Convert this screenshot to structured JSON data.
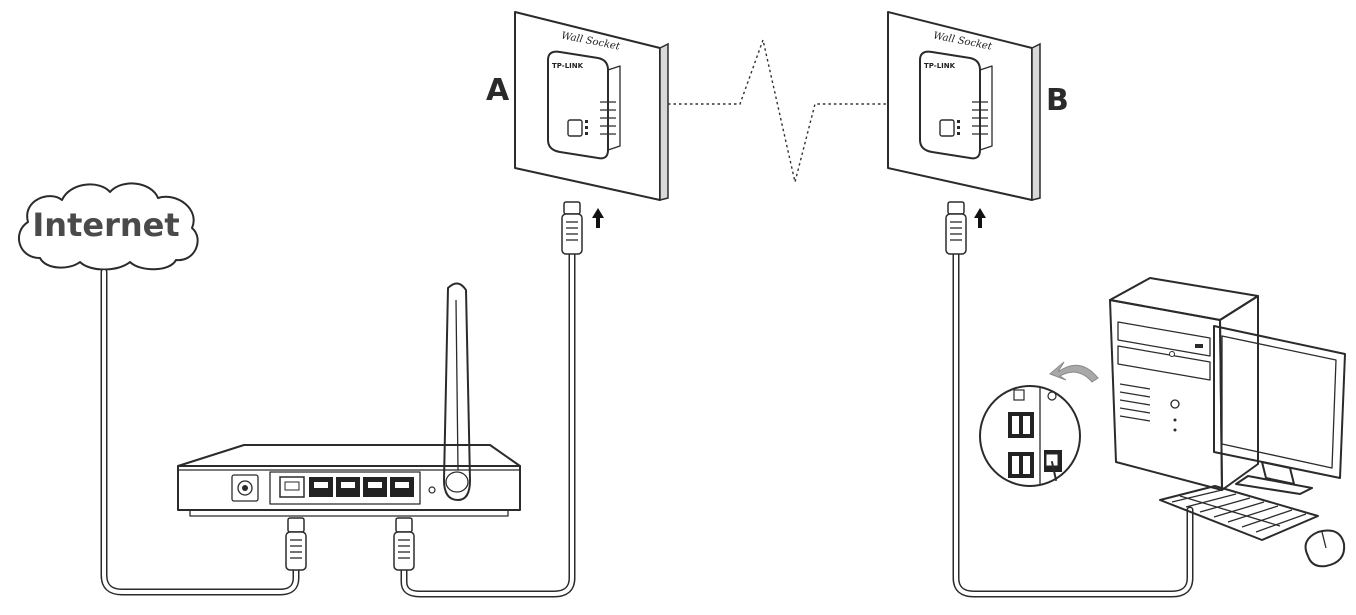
{
  "diagram": {
    "internet_label": "Internet",
    "adapter_a": {
      "label": "A",
      "wall_text": "Wall Socket",
      "brand": "TP-LINK"
    },
    "adapter_b": {
      "label": "B",
      "wall_text": "Wall Socket",
      "brand": "TP-LINK"
    },
    "colors": {
      "line": "#2b2b2b",
      "internet_text": "#4a4a4a",
      "arrow": "#9a9a9a"
    }
  }
}
